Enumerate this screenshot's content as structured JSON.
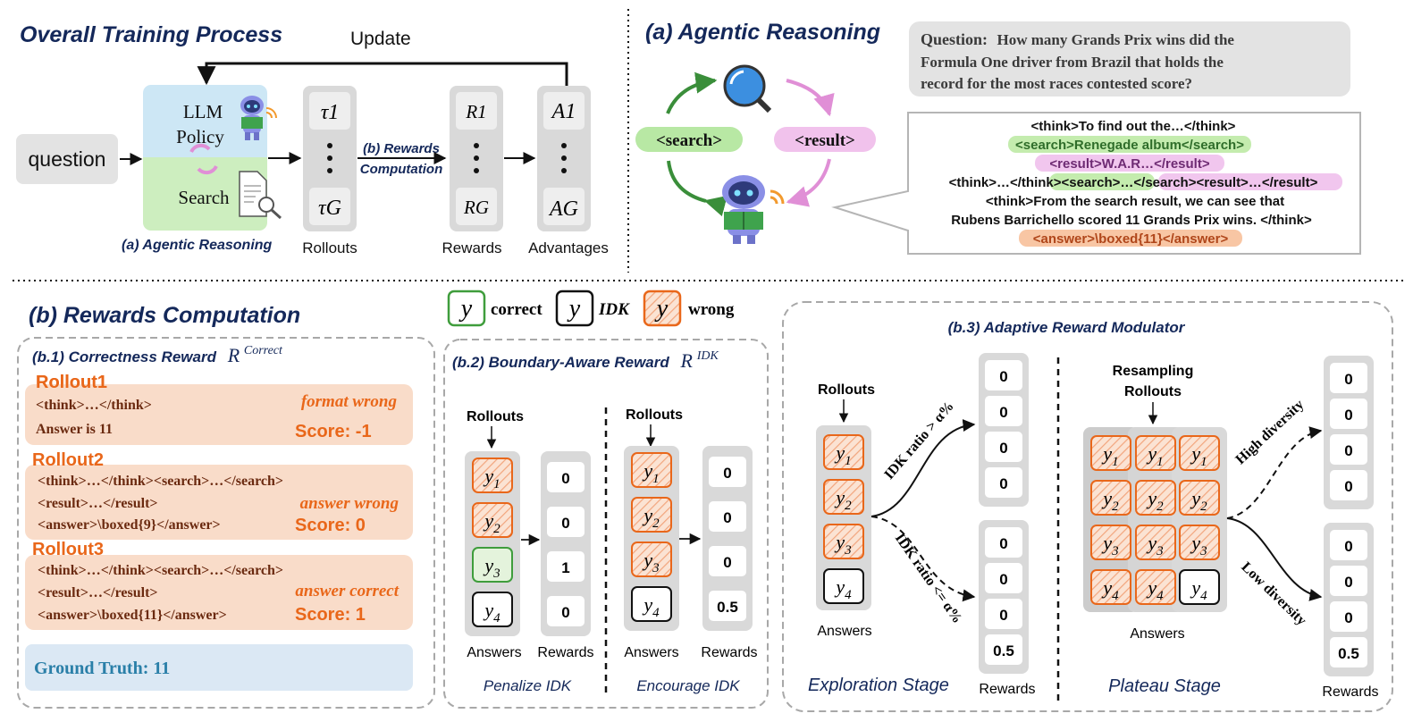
{
  "top_left": {
    "title": "Overall Training Process",
    "update_label": "Update",
    "question_label": "question",
    "llm_policy": [
      "LLM",
      "Policy"
    ],
    "search_label": "Search",
    "agentic_caption": "(a)  Agentic Reasoning",
    "rollouts_first": "τ1",
    "rollouts_last": "τG",
    "rewards_first": "R1",
    "rewards_last": "RG",
    "adv_first": "A1",
    "adv_last": "AG",
    "reward_comp": [
      "(b) Rewards",
      "Computation"
    ],
    "col_labels": [
      "Rollouts",
      "Rewards",
      "Advantages"
    ]
  },
  "agentic": {
    "title": "(a) Agentic Reasoning",
    "search_tag": "<search>",
    "result_tag": "<result>",
    "question_label": "Question:",
    "question_lines": [
      "How many Grands Prix wins did the",
      "Formula One driver from Brazil that holds the",
      "record for the most races contested score?"
    ],
    "trace": [
      "<think>To find out the…</think>",
      "<search>Renegade album</search>",
      "<result>W.A.R…</result>",
      "<think>…</think><search>…</search><result>…</result>",
      "<think>From the search result, we can see that",
      "Rubens Barrichello scored 11 Grands Prix wins. </think>",
      "<answer>\\boxed{11}</answer>"
    ]
  },
  "rewards_section": {
    "title": "(b) Rewards Computation",
    "legend": {
      "symbol": "y",
      "correct": "correct",
      "idk": "IDK",
      "wrong": "wrong"
    }
  },
  "b1": {
    "title": "(b.1) Correctness Reward",
    "rollouts": [
      {
        "name": "Rollout1",
        "lines": [
          "<think>…</think>",
          "Answer is 11"
        ],
        "note": "format wrong",
        "score": "Score: -1"
      },
      {
        "name": "Rollout2",
        "lines": [
          "<think>…</think><search>…</search>",
          "<result>…</result>",
          "<answer>\\boxed{9}</answer>"
        ],
        "note": "answer wrong",
        "score": "Score: 0"
      },
      {
        "name": "Rollout3",
        "lines": [
          "<think>…</think><search>…</search>",
          "<result>…</result>",
          "<answer>\\boxed{11}</answer>"
        ],
        "note": "answer correct",
        "score": "Score: 1"
      }
    ],
    "ground_truth": "Ground Truth: 11"
  },
  "b2": {
    "title": "(b.2) Boundary-Aware Reward",
    "rollouts_label": "Rollouts",
    "answers_label": "Answers",
    "rewards_label": "Rewards",
    "answers": [
      "y1",
      "y2",
      "y3",
      "y4"
    ],
    "left_types": [
      "wrong",
      "wrong",
      "correct",
      "idk"
    ],
    "left_rewards": [
      "0",
      "0",
      "1",
      "0"
    ],
    "left_caption": "Penalize IDK",
    "right_types": [
      "wrong",
      "wrong",
      "wrong",
      "idk"
    ],
    "right_rewards": [
      "0",
      "0",
      "0",
      "0.5"
    ],
    "right_caption": "Encourage IDK"
  },
  "b3": {
    "title": "(b.3) Adaptive Reward Modulator",
    "rollouts_label": "Rollouts",
    "resampling_label": [
      "Resampling",
      "Rollouts"
    ],
    "answers_label": "Answers",
    "rewards_label": "Rewards",
    "idk_high": "IDK ratio > α%",
    "idk_low": "IDK ratio <= α%",
    "high_div": "High diversity",
    "low_div": "Low diversity",
    "upper_rewards": [
      "0",
      "0",
      "0",
      "0"
    ],
    "lower_rewards": [
      "0",
      "0",
      "0",
      "0.5"
    ],
    "explore_caption": "Exploration Stage",
    "plateau_caption": "Plateau Stage",
    "exploration_types": [
      "wrong",
      "wrong",
      "wrong",
      "idk"
    ],
    "plateau_cols": [
      [
        "wrong",
        "wrong",
        "wrong",
        "wrong"
      ],
      [
        "wrong",
        "wrong",
        "wrong",
        "wrong"
      ],
      [
        "wrong",
        "wrong",
        "wrong",
        "idk"
      ]
    ]
  },
  "colors": {
    "navy": "#14285a",
    "orange": "#e9671a",
    "wrong_fill": "#f9d8c4",
    "correct_stroke": "#3f9d3c",
    "search_green": "#b8e8a4",
    "result_pink": "#f1c2ec",
    "answer_orange": "#f8c6a4",
    "policy_blue": "#cde7f5",
    "policy_green": "#cdeebf",
    "rollout_box": "#f9dfd0",
    "ground_truth": "#dbe8f4"
  }
}
